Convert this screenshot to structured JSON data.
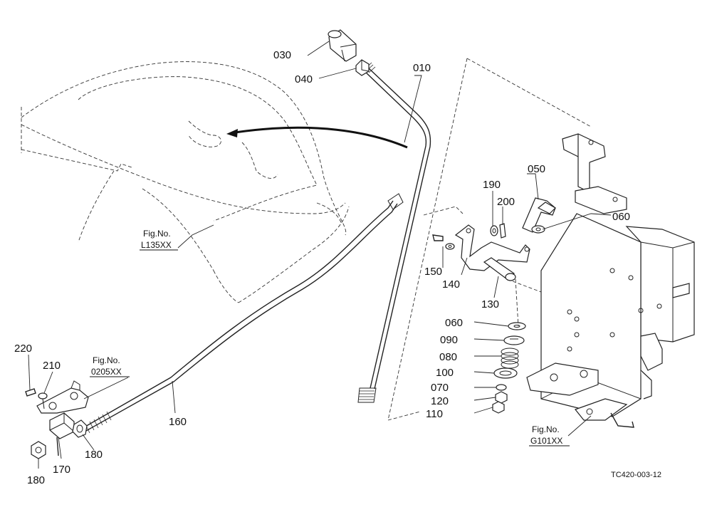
{
  "parts": [
    {
      "id": "010",
      "label": "010"
    },
    {
      "id": "030",
      "label": "030"
    },
    {
      "id": "040",
      "label": "040"
    },
    {
      "id": "050",
      "label": "050"
    },
    {
      "id": "060a",
      "label": "060"
    },
    {
      "id": "060b",
      "label": "060"
    },
    {
      "id": "070",
      "label": "070"
    },
    {
      "id": "080",
      "label": "080"
    },
    {
      "id": "090",
      "label": "090"
    },
    {
      "id": "100",
      "label": "100"
    },
    {
      "id": "110",
      "label": "110"
    },
    {
      "id": "120",
      "label": "120"
    },
    {
      "id": "130",
      "label": "130"
    },
    {
      "id": "140",
      "label": "140"
    },
    {
      "id": "150",
      "label": "150"
    },
    {
      "id": "160",
      "label": "160"
    },
    {
      "id": "170",
      "label": "170"
    },
    {
      "id": "180a",
      "label": "180"
    },
    {
      "id": "180b",
      "label": "180"
    },
    {
      "id": "190",
      "label": "190"
    },
    {
      "id": "200",
      "label": "200"
    },
    {
      "id": "210",
      "label": "210"
    },
    {
      "id": "220",
      "label": "220"
    }
  ],
  "figure_refs": [
    {
      "id": "l135",
      "line1": "Fig.No.",
      "line2": "L135XX"
    },
    {
      "id": "0205",
      "line1": "Fig.No.",
      "line2": "0205XX"
    },
    {
      "id": "g101",
      "line1": "Fig.No.",
      "line2": "G101XX"
    }
  ],
  "drawing_code": "TC420-003-12"
}
